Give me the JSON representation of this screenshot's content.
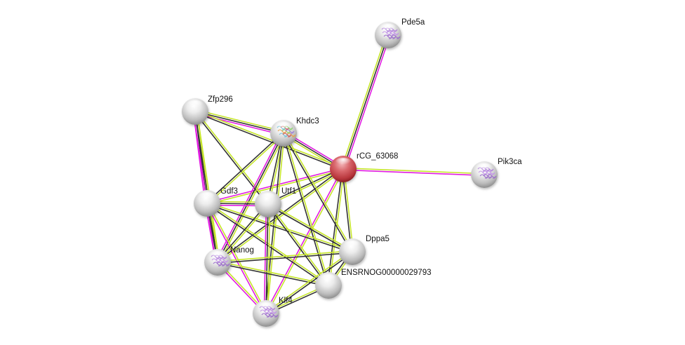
{
  "network": {
    "type": "protein-interaction-network",
    "query_node": "rCG_63068",
    "edge_colors": {
      "textmining": "#c6e62a",
      "coexpression": "#333333",
      "experiments": "#e11ce1"
    },
    "node_colors": {
      "query": "#d05a5f",
      "default": "#d9d9d9"
    },
    "nodes": [
      {
        "id": "Pde5a",
        "label": "Pde5a",
        "structure": true,
        "query": false
      },
      {
        "id": "Zfp296",
        "label": "Zfp296",
        "structure": false,
        "query": false
      },
      {
        "id": "Khdc3",
        "label": "Khdc3",
        "structure": true,
        "structure_color": "multicolor",
        "query": false
      },
      {
        "id": "rCG_63068",
        "label": "rCG_63068",
        "structure": false,
        "query": true
      },
      {
        "id": "Pik3ca",
        "label": "Pik3ca",
        "structure": true,
        "query": false
      },
      {
        "id": "Gdf3",
        "label": "Gdf3",
        "structure": false,
        "query": false
      },
      {
        "id": "Utf1",
        "label": "Utf1",
        "structure": false,
        "query": false
      },
      {
        "id": "Dppa5",
        "label": "Dppa5",
        "structure": false,
        "query": false
      },
      {
        "id": "Nanog",
        "label": "Nanog",
        "structure": true,
        "query": false
      },
      {
        "id": "ENSRNOG00000029793",
        "label": "ENSRNOG00000029793",
        "structure": false,
        "query": false
      },
      {
        "id": "Klf4",
        "label": "Klf4",
        "structure": true,
        "query": false
      }
    ],
    "edges": [
      {
        "source": "rCG_63068",
        "target": "Pde5a",
        "types": [
          "textmining",
          "coexpression",
          "experiments"
        ]
      },
      {
        "source": "rCG_63068",
        "target": "Pik3ca",
        "types": [
          "textmining",
          "experiments"
        ]
      },
      {
        "source": "rCG_63068",
        "target": "Khdc3",
        "types": [
          "textmining",
          "coexpression",
          "experiments"
        ]
      },
      {
        "source": "rCG_63068",
        "target": "Gdf3",
        "types": [
          "textmining",
          "experiments"
        ]
      },
      {
        "source": "rCG_63068",
        "target": "Utf1",
        "types": [
          "textmining",
          "coexpression"
        ]
      },
      {
        "source": "rCG_63068",
        "target": "Dppa5",
        "types": [
          "textmining",
          "coexpression"
        ]
      },
      {
        "source": "rCG_63068",
        "target": "ENSRNOG00000029793",
        "types": [
          "textmining",
          "coexpression"
        ]
      },
      {
        "source": "rCG_63068",
        "target": "Nanog",
        "types": [
          "textmining",
          "coexpression"
        ]
      },
      {
        "source": "rCG_63068",
        "target": "Klf4",
        "types": [
          "textmining",
          "experiments"
        ]
      },
      {
        "source": "Zfp296",
        "target": "Khdc3",
        "types": [
          "textmining",
          "coexpression",
          "experiments"
        ]
      },
      {
        "source": "Zfp296",
        "target": "rCG_63068",
        "types": [
          "textmining",
          "coexpression"
        ]
      },
      {
        "source": "Zfp296",
        "target": "Gdf3",
        "types": [
          "textmining",
          "coexpression",
          "experiments"
        ]
      },
      {
        "source": "Zfp296",
        "target": "Nanog",
        "types": [
          "textmining",
          "coexpression",
          "experiments"
        ]
      },
      {
        "source": "Zfp296",
        "target": "Utf1",
        "types": [
          "textmining",
          "coexpression"
        ]
      },
      {
        "source": "Khdc3",
        "target": "Gdf3",
        "types": [
          "textmining",
          "coexpression"
        ]
      },
      {
        "source": "Khdc3",
        "target": "Utf1",
        "types": [
          "textmining",
          "coexpression"
        ]
      },
      {
        "source": "Khdc3",
        "target": "Nanog",
        "types": [
          "textmining",
          "coexpression",
          "experiments"
        ]
      },
      {
        "source": "Khdc3",
        "target": "Klf4",
        "types": [
          "textmining",
          "coexpression"
        ]
      },
      {
        "source": "Khdc3",
        "target": "Dppa5",
        "types": [
          "textmining",
          "coexpression"
        ]
      },
      {
        "source": "Khdc3",
        "target": "ENSRNOG00000029793",
        "types": [
          "textmining",
          "coexpression"
        ]
      },
      {
        "source": "Gdf3",
        "target": "Utf1",
        "types": [
          "textmining",
          "coexpression",
          "experiments"
        ]
      },
      {
        "source": "Gdf3",
        "target": "Nanog",
        "types": [
          "textmining",
          "coexpression",
          "experiments"
        ]
      },
      {
        "source": "Gdf3",
        "target": "Klf4",
        "types": [
          "textmining",
          "experiments"
        ]
      },
      {
        "source": "Gdf3",
        "target": "Dppa5",
        "types": [
          "textmining",
          "coexpression"
        ]
      },
      {
        "source": "Gdf3",
        "target": "ENSRNOG00000029793",
        "types": [
          "textmining",
          "coexpression"
        ]
      },
      {
        "source": "Utf1",
        "target": "Nanog",
        "types": [
          "textmining",
          "coexpression"
        ]
      },
      {
        "source": "Utf1",
        "target": "Klf4",
        "types": [
          "textmining",
          "coexpression",
          "experiments"
        ]
      },
      {
        "source": "Utf1",
        "target": "Dppa5",
        "types": [
          "textmining",
          "coexpression"
        ]
      },
      {
        "source": "Utf1",
        "target": "ENSRNOG00000029793",
        "types": [
          "textmining",
          "coexpression"
        ]
      },
      {
        "source": "Nanog",
        "target": "Klf4",
        "types": [
          "textmining",
          "experiments"
        ]
      },
      {
        "source": "Nanog",
        "target": "Dppa5",
        "types": [
          "textmining",
          "coexpression"
        ]
      },
      {
        "source": "Nanog",
        "target": "ENSRNOG00000029793",
        "types": [
          "textmining",
          "coexpression"
        ]
      },
      {
        "source": "Klf4",
        "target": "ENSRNOG00000029793",
        "types": [
          "textmining",
          "coexpression"
        ]
      },
      {
        "source": "Klf4",
        "target": "Dppa5",
        "types": [
          "textmining",
          "coexpression"
        ]
      },
      {
        "source": "Dppa5",
        "target": "ENSRNOG00000029793",
        "types": [
          "textmining",
          "coexpression"
        ]
      }
    ]
  }
}
